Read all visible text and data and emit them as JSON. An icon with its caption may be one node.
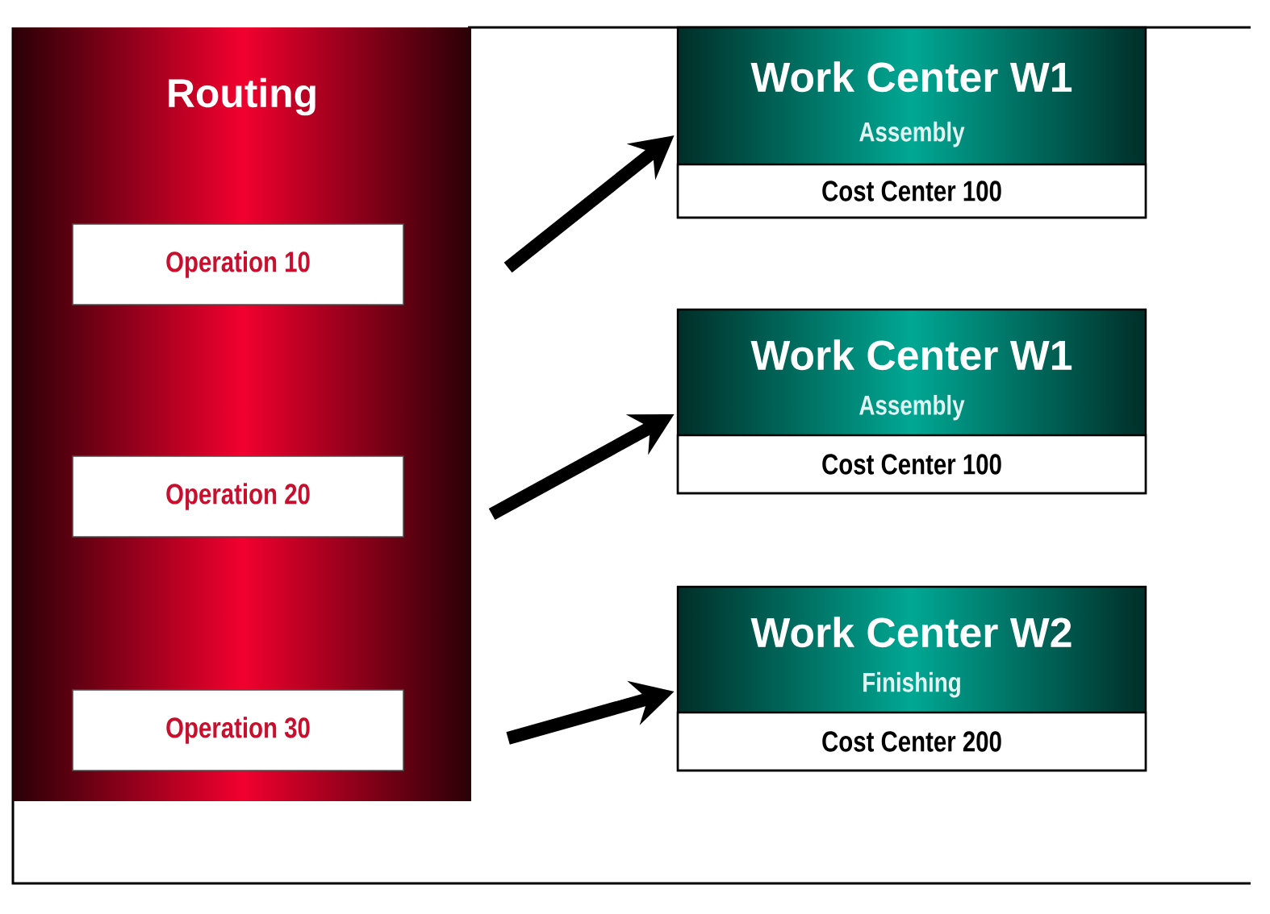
{
  "diagram": {
    "nodes": [
      {
        "text": [
          "Routing"
        ]
      },
      {
        "text": [
          "Operation 10"
        ],
        "in": 0
      },
      {
        "text": [
          "Operation 20"
        ],
        "in": 0
      },
      {
        "text": [
          "Operation 30"
        ],
        "in": 0
      },
      {
        "text": [
          "Work Center W1",
          "Assembly",
          "Cost Center 100"
        ]
      },
      {
        "text": [
          "Work Center W1",
          "Assembly",
          "Cost Center 100"
        ]
      },
      {
        "text": [
          "Work Center W2",
          "Finishing",
          "Cost Center 200"
        ]
      }
    ],
    "edges": [
      {
        "from": null,
        "to": 4,
        "arrow": "to"
      },
      {
        "from": null,
        "to": 5,
        "arrow": "to"
      },
      {
        "from": null,
        "to": 6,
        "arrow": "to"
      }
    ]
  }
}
